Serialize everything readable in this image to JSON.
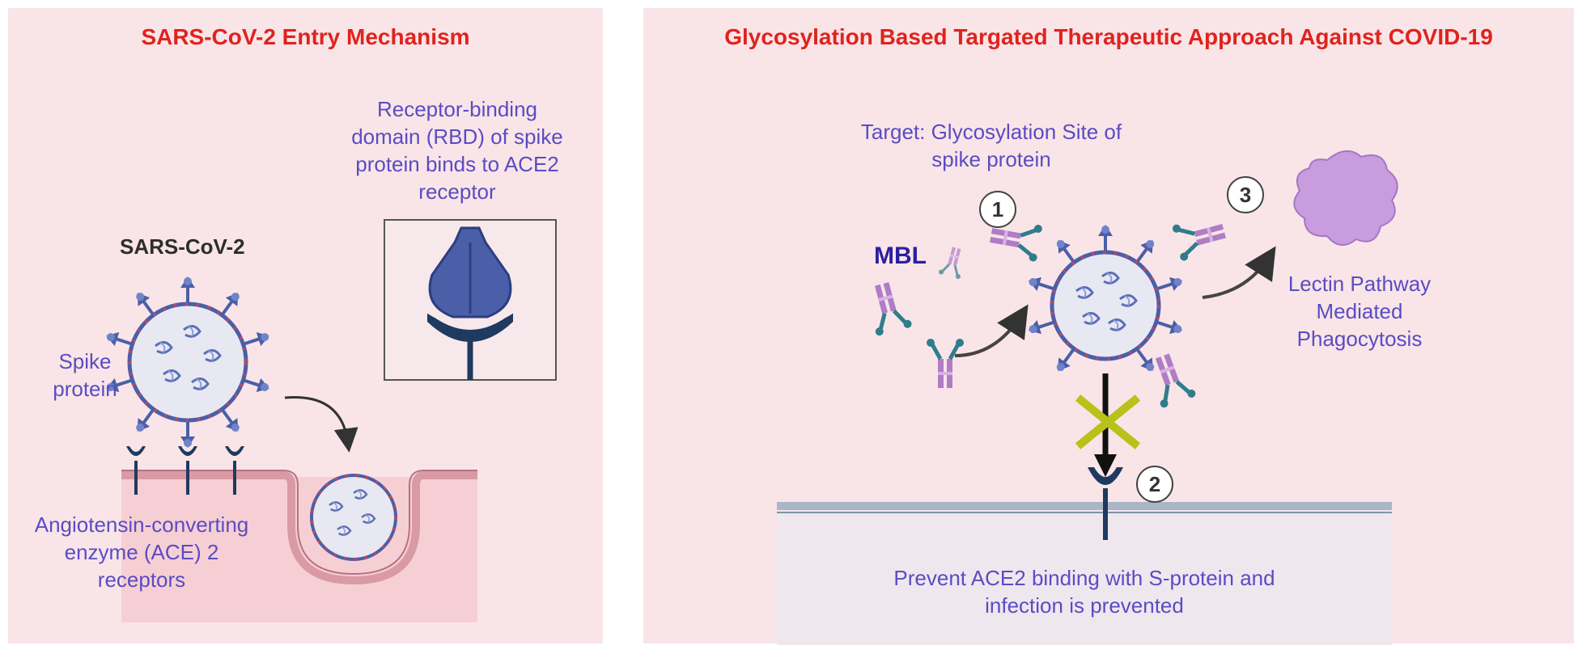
{
  "left_panel": {
    "title": "SARS-CoV-2 Entry Mechanism",
    "virus_label": "SARS-CoV-2",
    "spike_label_line1": "Spike",
    "spike_label_line2": "protein",
    "rbd_line1": "Receptor-binding",
    "rbd_line2": "domain (RBD) of spike",
    "rbd_line3": "protein binds to ACE2",
    "rbd_line4": "receptor",
    "ace2_line1": "Angiotensin-converting",
    "ace2_line2": "enzyme (ACE) 2",
    "ace2_line3": "receptors"
  },
  "right_panel": {
    "title": "Glycosylation Based Targated Therapeutic Approach Against COVID-19",
    "target_line1": "Target:  Glycosylation Site of",
    "target_line2": "spike protein",
    "mbl_label": "MBL",
    "step1": "1",
    "step2": "2",
    "step3": "3",
    "lectin_line1": "Lectin Pathway",
    "lectin_line2": "Mediated",
    "lectin_line3": "Phagocytosis",
    "prevent_line1": "Prevent ACE2  binding with S-protein  and",
    "prevent_line2": "infection is prevented"
  },
  "colors": {
    "panel_bg": "#f9e5e8",
    "title_red": "#e0231d",
    "label_purple": "#5a4cc3",
    "virus_blue": "#4a5fa8",
    "antibody_purple": "#b07cc6",
    "block_x": "#b8c21a",
    "receptor_navy": "#1f3a5f"
  }
}
